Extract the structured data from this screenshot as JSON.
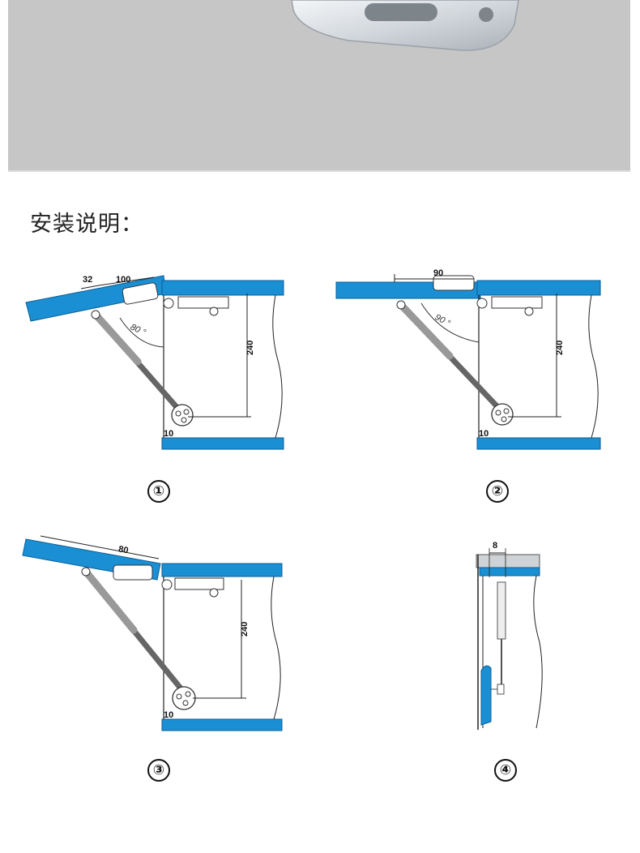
{
  "photo": {
    "alt_icon": "hinge-bracket-photo"
  },
  "heading": "安装说明：",
  "colors": {
    "board": "#1a8fd4",
    "board_edge": "#0b5e96",
    "gas_spring": "#777777",
    "line": "#222222"
  },
  "diagrams": [
    {
      "step": "①",
      "dims": {
        "a": "32",
        "b": "100",
        "height": "240",
        "bottom": "10",
        "angle": "80 °"
      }
    },
    {
      "step": "②",
      "dims": {
        "a": "90",
        "height": "240",
        "bottom": "10",
        "angle": "90 °"
      }
    },
    {
      "step": "③",
      "dims": {
        "a": "80",
        "height": "240",
        "bottom": "10"
      }
    },
    {
      "step": "④",
      "dims": {
        "a": "8"
      }
    }
  ]
}
